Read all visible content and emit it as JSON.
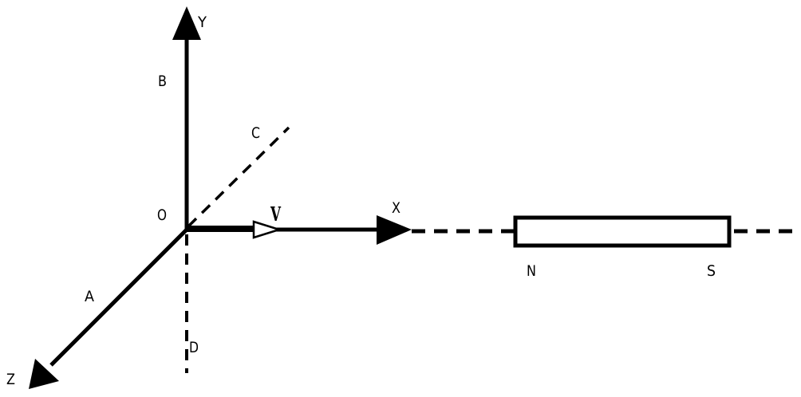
{
  "labels": {
    "y_axis": "Y",
    "x_axis": "X",
    "z_axis": "Z",
    "origin": "O",
    "a": "A",
    "b": "B",
    "c": "C",
    "d": "D",
    "velocity": "V",
    "north": "N",
    "south": "S"
  },
  "colors": {
    "ink": "#000000",
    "background": "#ffffff"
  }
}
